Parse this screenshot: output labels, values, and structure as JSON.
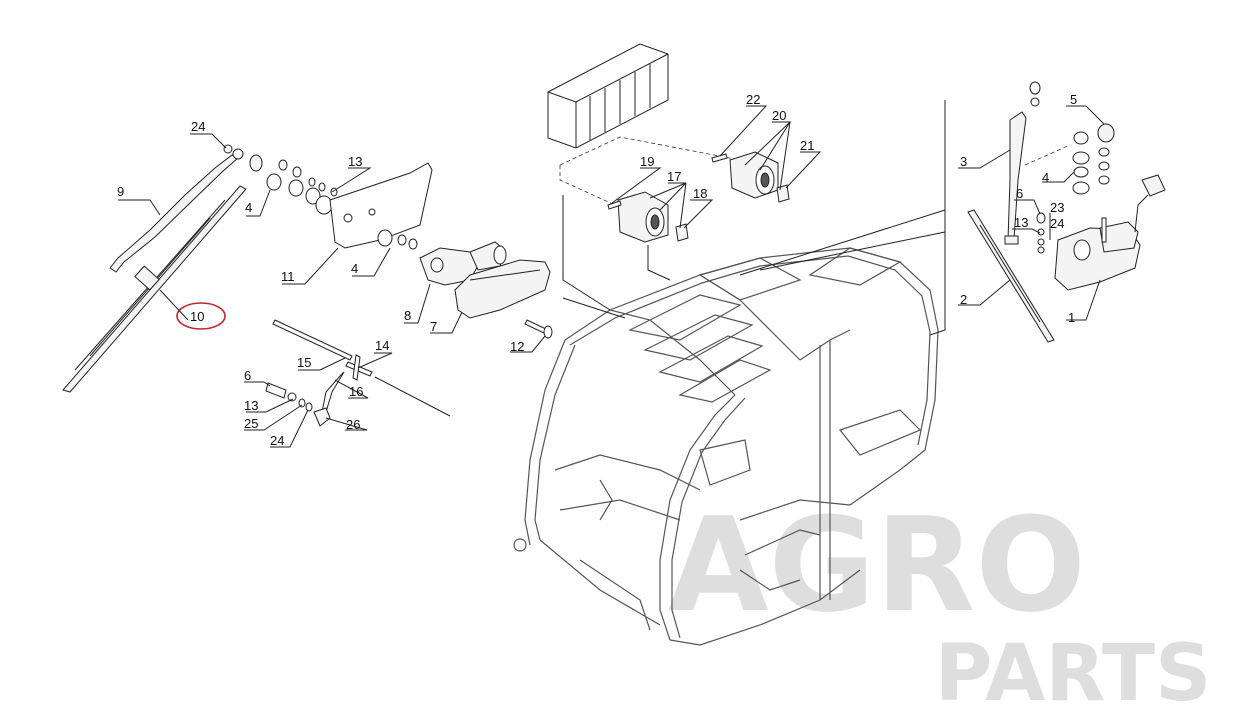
{
  "part_labels": {
    "l1": "1",
    "l2": "2",
    "l3": "3",
    "l4a": "4",
    "l4b": "4",
    "l4c": "4",
    "l5": "5",
    "l6a": "6",
    "l6b": "6",
    "l7": "7",
    "l8": "8",
    "l9": "9",
    "l10": "10",
    "l11": "11",
    "l12": "12",
    "l13a": "13",
    "l13b": "13",
    "l13c": "13",
    "l14": "14",
    "l15": "15",
    "l16": "16",
    "l17": "17",
    "l18": "18",
    "l19": "19",
    "l20": "20",
    "l21": "21",
    "l22": "22",
    "l23": "23",
    "l24a": "24",
    "l24b": "24",
    "l24c": "24",
    "l25": "25",
    "l26": "26"
  },
  "watermark": {
    "line1": "AGRO",
    "line2": "PARTS"
  },
  "colors": {
    "highlight": "#c0282d",
    "line": "#222222",
    "watermark": "#d9d9d9"
  }
}
